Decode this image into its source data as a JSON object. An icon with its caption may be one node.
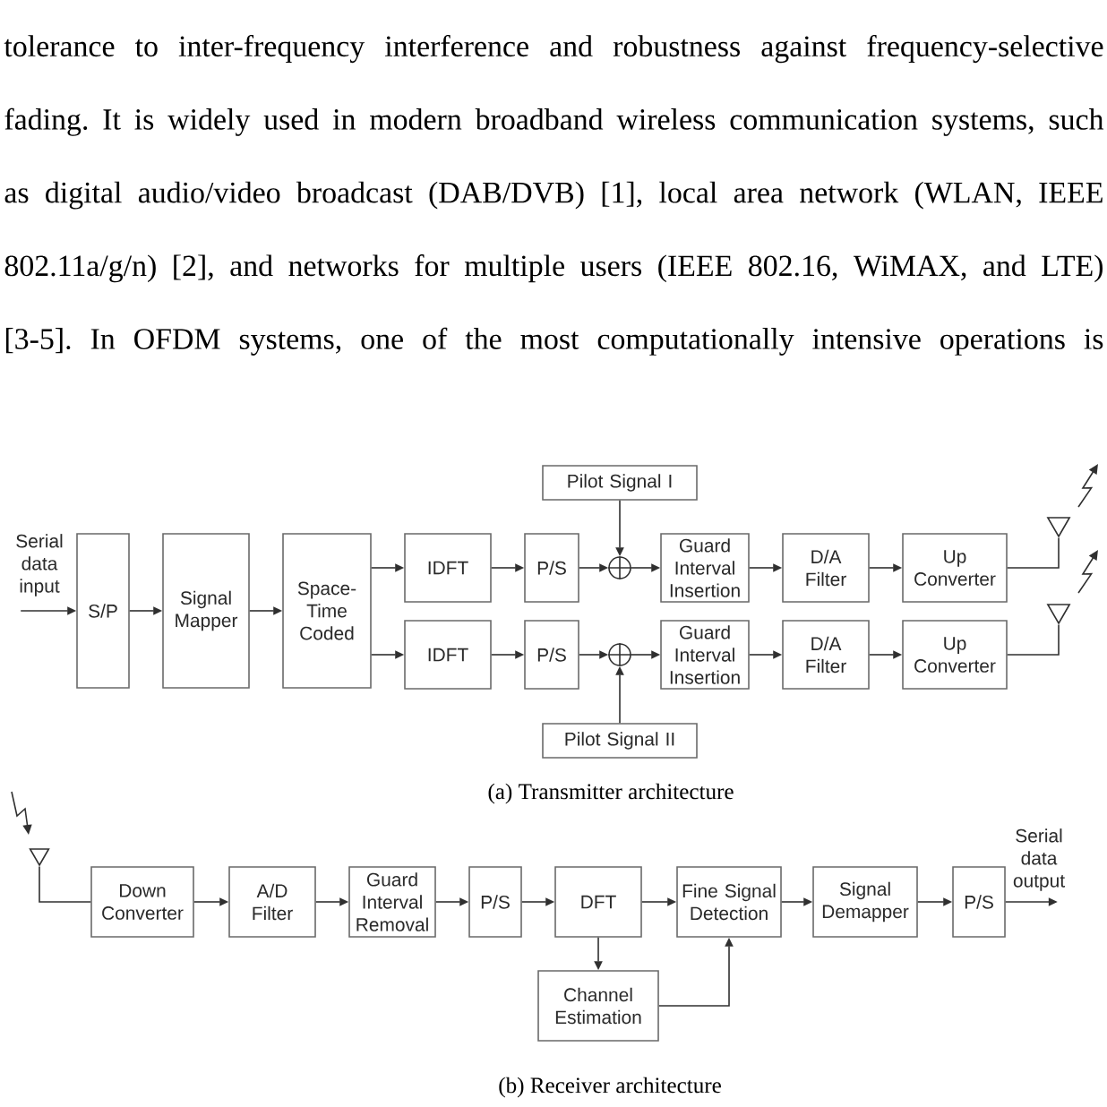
{
  "diagram": {
    "nodes": [
      {
        "text": [
          "Pilot Signal I"
        ]
      },
      {
        "text": [
          "S/P"
        ]
      },
      {
        "text": [
          "Signal Mapper"
        ]
      },
      {
        "text": [
          "Space-Time Coded"
        ]
      },
      {
        "text": [
          "IDFT"
        ]
      },
      {
        "text": [
          "P/S"
        ]
      },
      {
        "text": [],
        "shape": "circle"
      },
      {
        "text": [
          "Guard Interval Insertion"
        ]
      },
      {
        "text": [
          "D/A Filter"
        ]
      },
      {
        "text": [
          "Up Converter"
        ]
      },
      {
        "text": [],
        "shape": "antenna"
      },
      {
        "text": [
          "IDFT"
        ]
      },
      {
        "text": [
          "P/S"
        ]
      },
      {
        "text": [],
        "shape": "circle"
      },
      {
        "text": [
          "Guard Interval Insertion"
        ]
      },
      {
        "text": [
          "D/A Filter"
        ]
      },
      {
        "text": [
          "Up Converter"
        ]
      },
      {
        "text": [],
        "shape": "antenna"
      },
      {
        "text": [
          "Pilot Signal II"
        ]
      },
      {
        "text": [],
        "shape": "antenna"
      },
      {
        "text": [
          "Down Converter"
        ]
      },
      {
        "text": [
          "A/D Filter"
        ]
      },
      {
        "text": [
          "Guard Interval Removal"
        ]
      },
      {
        "text": [
          "P/S"
        ]
      },
      {
        "text": [
          "DFT"
        ]
      },
      {
        "text": [
          "Fine Signal Detection"
        ]
      },
      {
        "text": [
          "Signal Demapper"
        ]
      },
      {
        "text": [
          "P/S"
        ]
      },
      {
        "text": [
          "Channel Estimation"
        ]
      }
    ],
    "edges": [
      {
        "from": null,
        "to": 1,
        "arrow": "to",
        "label": "Serial data input"
      },
      {
        "from": 1,
        "to": 2,
        "arrow": "to"
      },
      {
        "from": 2,
        "to": 3,
        "arrow": "to"
      },
      {
        "from": 3,
        "to": 4,
        "arrow": "to"
      },
      {
        "from": 3,
        "to": 11,
        "arrow": "to"
      },
      {
        "from": 4,
        "to": 5,
        "arrow": "to"
      },
      {
        "from": 5,
        "to": 6,
        "arrow": "to"
      },
      {
        "from": 0,
        "to": 6,
        "arrow": "to"
      },
      {
        "from": 6,
        "to": 7,
        "arrow": "to"
      },
      {
        "from": 7,
        "to": 8,
        "arrow": "to"
      },
      {
        "from": 8,
        "to": 9,
        "arrow": "to"
      },
      {
        "from": 9,
        "to": 10,
        "arrow": "none"
      },
      {
        "from": 11,
        "to": 12,
        "arrow": "to"
      },
      {
        "from": 12,
        "to": 13,
        "arrow": "to"
      },
      {
        "from": 18,
        "to": 13,
        "arrow": "to"
      },
      {
        "from": 13,
        "to": 14,
        "arrow": "to"
      },
      {
        "from": 14,
        "to": 15,
        "arrow": "to"
      },
      {
        "from": 15,
        "to": 16,
        "arrow": "to"
      },
      {
        "from": 16,
        "to": 17,
        "arrow": "none"
      },
      {
        "from": 19,
        "to": 20,
        "arrow": "none"
      },
      {
        "from": 20,
        "to": 21,
        "arrow": "to"
      },
      {
        "from": 21,
        "to": 22,
        "arrow": "to"
      },
      {
        "from": 22,
        "to": 23,
        "arrow": "to"
      },
      {
        "from": 23,
        "to": 24,
        "arrow": "to"
      },
      {
        "from": 24,
        "to": 25,
        "arrow": "to"
      },
      {
        "from": 25,
        "to": 26,
        "arrow": "to"
      },
      {
        "from": 26,
        "to": 27,
        "arrow": "to"
      },
      {
        "from": 27,
        "to": null,
        "arrow": "to",
        "label": "Serial data output"
      },
      {
        "from": 24,
        "to": 28,
        "arrow": "to"
      },
      {
        "from": 28,
        "to": 25,
        "arrow": "to"
      }
    ],
    "labels": [
      "tolerance to inter-frequency interference and robustness against frequency-selective fading. It is widely used in modern broadband wireless communication systems, such as digital audio/video broadcast (DAB/DVB) [1], local area network (WLAN, IEEE 802.11a/g/n) [2], and networks for multiple users (IEEE 802.16, WiMAX, and LTE) [3-5]. In OFDM systems, one of the most computationally intensive operations is",
      "(a) Transmitter architecture",
      "(b) Receiver architecture"
    ]
  }
}
